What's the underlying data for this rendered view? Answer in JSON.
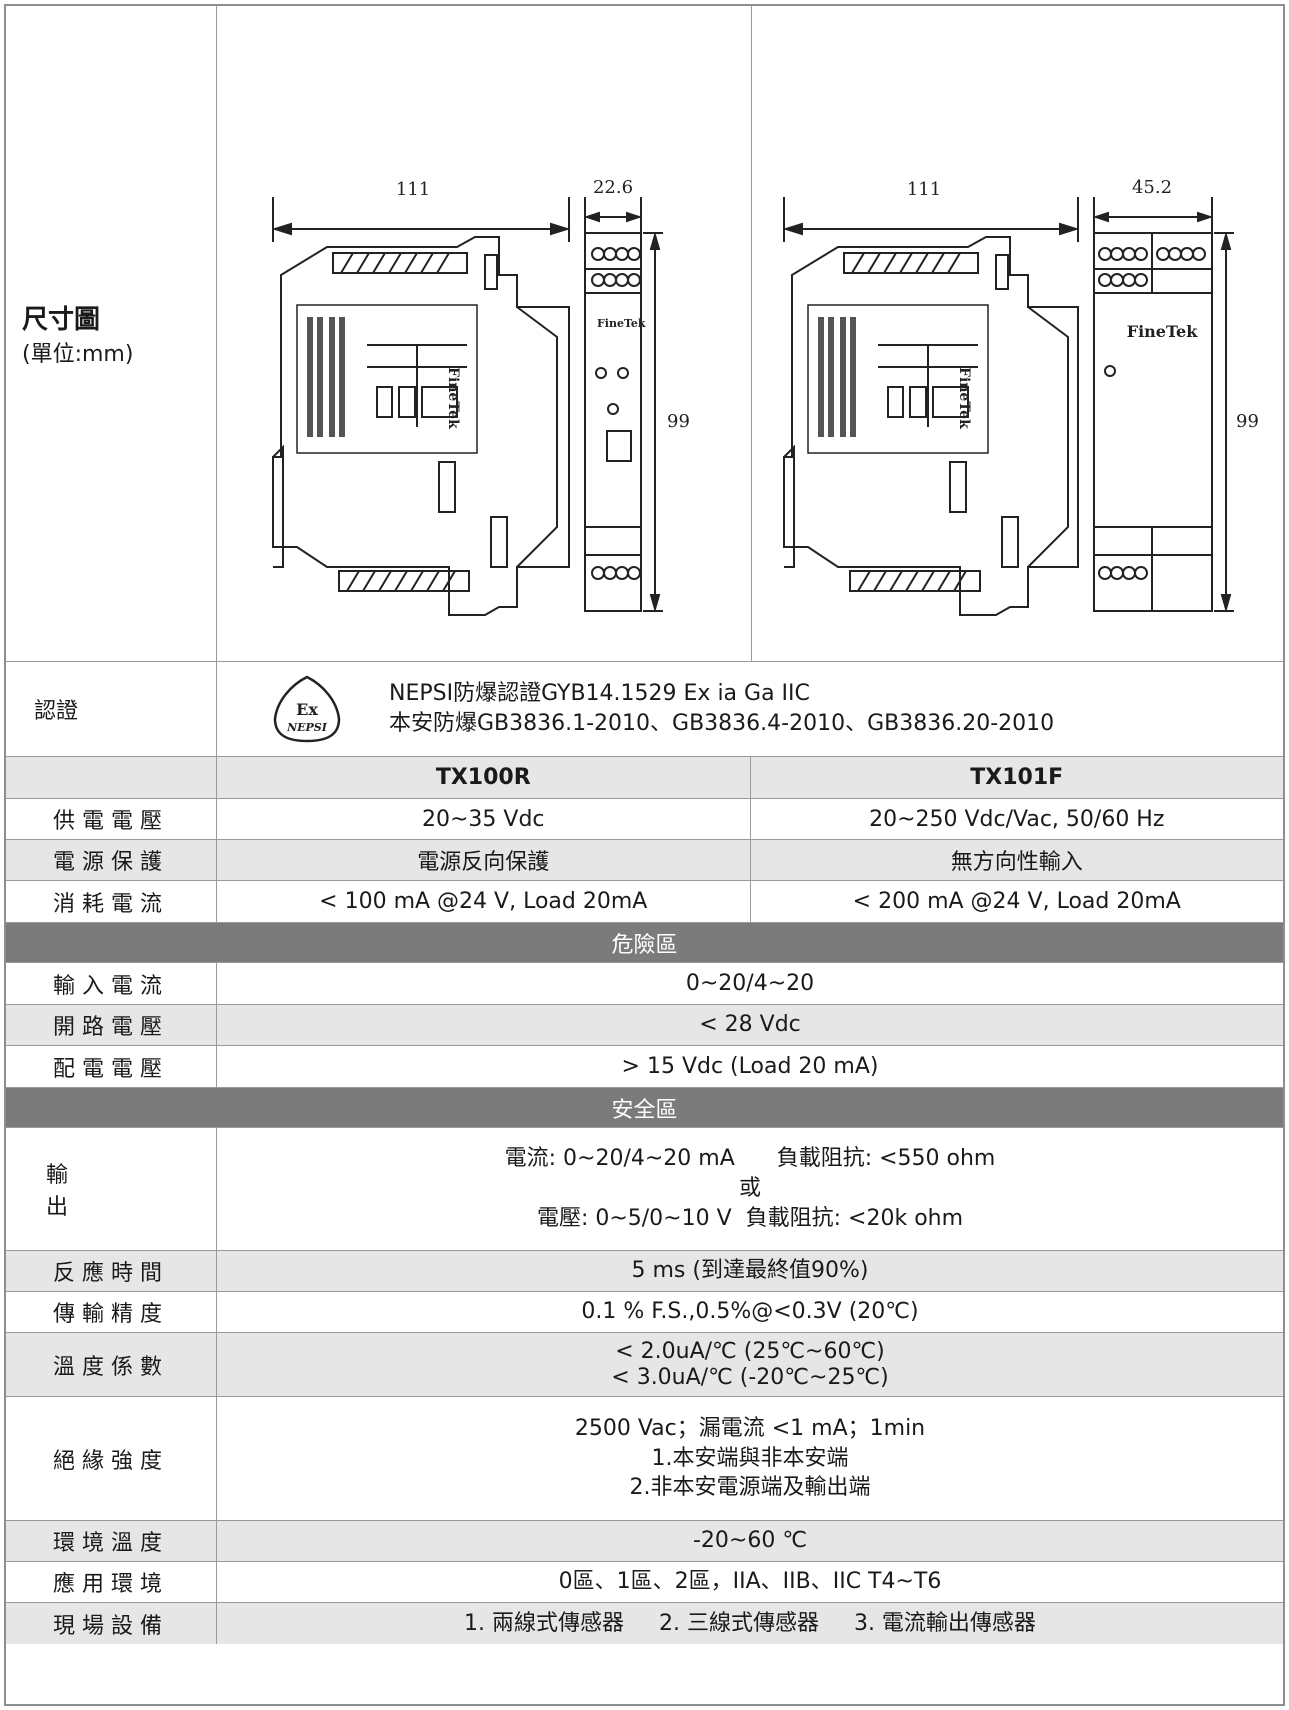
{
  "dimension": {
    "title": "尺寸圖",
    "unit": "(單位:mm)",
    "tx100r": {
      "width": "111",
      "depth": "22.6",
      "height": "99",
      "brand": "FineTek"
    },
    "tx101f": {
      "width": "111",
      "depth": "45.2",
      "height": "99",
      "brand": "FineTek"
    }
  },
  "cert": {
    "label": "認證",
    "logo_top": "Ex",
    "logo_bottom": "NEPSI",
    "line1": "NEPSI防爆認證GYB14.1529 Ex ia Ga IIC",
    "line2": "本安防爆GB3836.1-2010、GB3836.4-2010、GB3836.20-2010"
  },
  "models": {
    "a": "TX100R",
    "b": "TX101F"
  },
  "supply_rows": [
    {
      "label": "供電電壓",
      "a": "20~35 Vdc",
      "b": "20~250 Vdc/Vac, 50/60 Hz"
    },
    {
      "label": "電源保護",
      "a": "電源反向保護",
      "b": "無方向性輸入"
    },
    {
      "label": "消耗電流",
      "a": "< 100 mA @24 V, Load 20mA",
      "b": "< 200 mA @24 V,  Load 20mA"
    }
  ],
  "section_hazard": "危險區",
  "hazard_rows": [
    {
      "label": "輸入電流",
      "value": "0~20/4~20"
    },
    {
      "label": "開路電壓",
      "value": "< 28 Vdc"
    },
    {
      "label": "配電電壓",
      "value": "> 15 Vdc (Load 20 mA)"
    }
  ],
  "section_safe": "安全區",
  "output": {
    "label": "輸　出",
    "line1": "電流: 0~20/4~20 mA      負載阻抗: <550 ohm",
    "line2": "或",
    "line3": "電壓: 0~5/0~10 V  負載阻抗: <20k ohm"
  },
  "response": {
    "label": "反應時間",
    "value": "5 ms (到達最終值90%)"
  },
  "accuracy": {
    "label": "傳輸精度",
    "value": "0.1 % F.S.,0.5%@<0.3V (20℃)"
  },
  "tempco": {
    "label": "溫度係數",
    "line1": "< 2.0uA/℃ (25℃~60℃)",
    "line2": "< 3.0uA/℃ (-20℃~25℃)"
  },
  "insulation": {
    "label": "絕緣強度",
    "line1": "2500 Vac；漏電流 <1 mA；1min",
    "line2": "1.本安端與非本安端",
    "line3": "2.非本安電源端及輸出端"
  },
  "ambient": {
    "label": "環境溫度",
    "value": "-20~60 ℃"
  },
  "application": {
    "label": "應用環境",
    "value": "0區、1區、2區，IIA、IIB、IIC T4~T6"
  },
  "field": {
    "label": "現場設備",
    "value": "1. 兩線式傳感器     2. 三線式傳感器     3. 電流輸出傳感器"
  }
}
